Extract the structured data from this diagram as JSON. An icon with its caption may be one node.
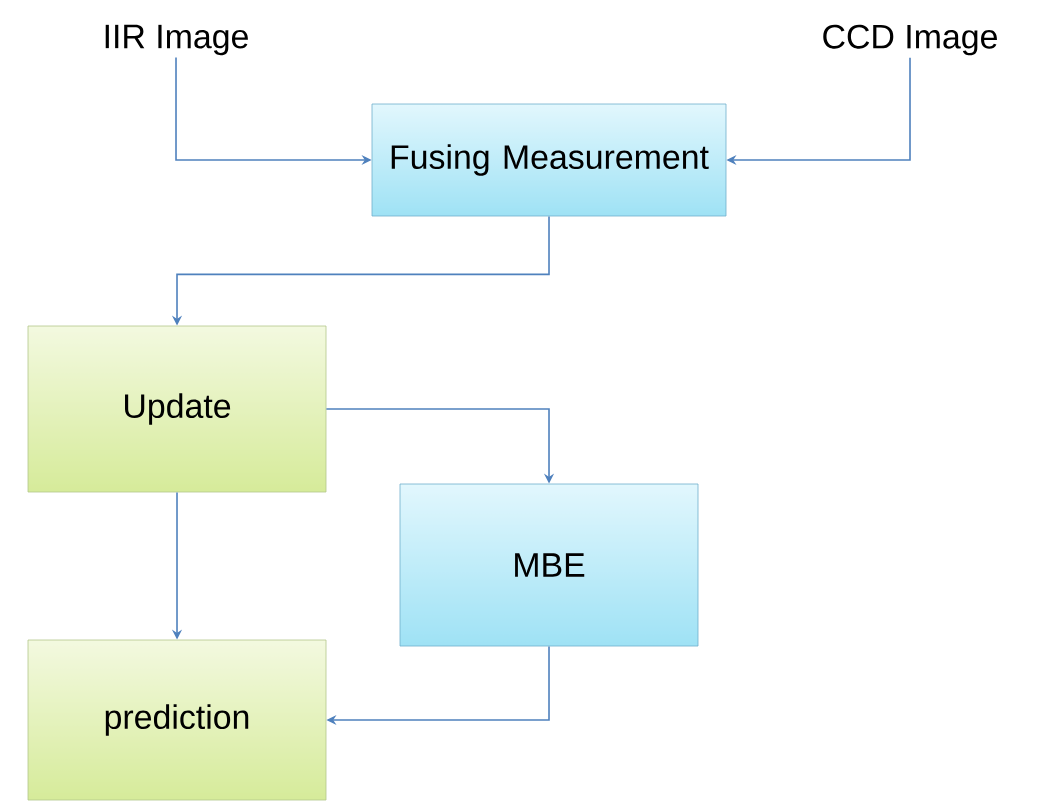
{
  "diagram": {
    "nodes": [
      {
        "text": [
          "IIR Image"
        ]
      },
      {
        "text": [
          "CCD Image"
        ]
      },
      {
        "text": [
          "Fusing Measurement"
        ]
      },
      {
        "text": [
          "Update"
        ]
      },
      {
        "text": [
          "MBE"
        ]
      },
      {
        "text": [
          "prediction"
        ]
      }
    ],
    "edges": [
      {
        "from": 0,
        "to": 2,
        "arrow": "to"
      },
      {
        "from": 1,
        "to": 2,
        "arrow": "to"
      },
      {
        "from": 2,
        "to": 3,
        "arrow": "to"
      },
      {
        "from": 3,
        "to": 4,
        "arrow": "to"
      },
      {
        "from": 3,
        "to": 5,
        "arrow": "to"
      },
      {
        "from": 4,
        "to": 5,
        "arrow": "to"
      }
    ]
  }
}
